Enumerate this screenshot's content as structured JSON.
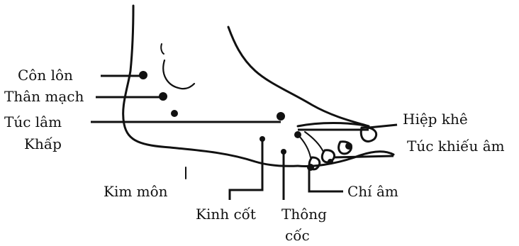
{
  "labels": {
    "con_lon": "Côn lôn",
    "than_mach": "Thân mạch",
    "tuc_lam": "Túc lâm",
    "khap": "Khấp",
    "kim_mon": "Kim môn",
    "kinh_cot": "Kinh cốt",
    "thong": "Thông",
    "coc": "cốc",
    "hiep_khe": "Hiệp khê",
    "tuc_khieu_am": "Túc khiếu âm",
    "chi_am": "Chí âm"
  },
  "colors": {
    "ink": "#111111",
    "background": "#ffffff"
  }
}
